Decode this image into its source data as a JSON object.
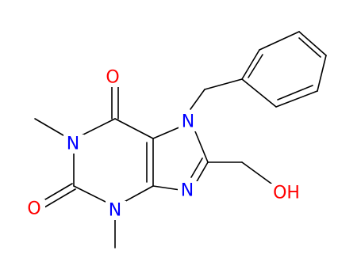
{
  "molecule": {
    "atoms": {
      "o6": {
        "symbol": "O",
        "color": "#ff0000"
      },
      "o2": {
        "symbol": "O",
        "color": "#ff0000"
      },
      "n1": {
        "symbol": "N",
        "color": "#0000ff"
      },
      "n3": {
        "symbol": "N",
        "color": "#0000ff"
      },
      "n7": {
        "symbol": "N",
        "color": "#0000ff"
      },
      "n9": {
        "symbol": "N",
        "color": "#0000ff"
      },
      "oh": {
        "symbol": "OH",
        "color": "#ff0000"
      }
    },
    "bond_color": "#000000"
  }
}
